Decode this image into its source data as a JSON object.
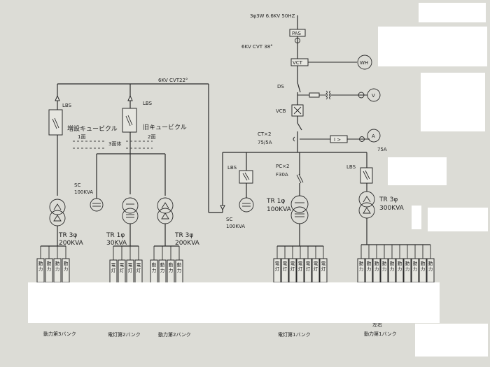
{
  "supply": {
    "spec": "3φ3W 6.6KV 50HZ",
    "pas": "PAS",
    "cvt": "6KV CVT 38°",
    "vct": "VCT",
    "wh": "WH"
  },
  "incoming": {
    "ds": "DS",
    "vcb": "VCB",
    "voltmeter": "V",
    "ct": "CT×2",
    "ct_ratio": "75/5A",
    "relay": "I >",
    "ammeter": "A",
    "ammeter_rating": "75A"
  },
  "left_feeder": {
    "cvt": "6KV CVT22°"
  },
  "cubicles": {
    "lbs1": "LBS",
    "lbs2": "LBS",
    "add_name": "増設キュービクル",
    "add_count": "1面",
    "old_name": "旧キュービクル",
    "old_count": "2面",
    "total": "3面体"
  },
  "left_group": {
    "sc_name": "SC",
    "sc_rating": "100KVA",
    "tr1_name": "TR 3φ",
    "tr1_rating": "200KVA",
    "tr2_name": "TR 1φ",
    "tr2_rating": "30KVA",
    "tr3_name": "TR 3φ",
    "tr3_rating": "200KVA"
  },
  "right_group": {
    "lbs1": "LBS",
    "pc": "PC×2",
    "pc_rating": "F30A",
    "lbs2": "LBS",
    "sc_name": "SC",
    "sc_rating": "100KVA",
    "tr1_name": "TR 1φ",
    "tr1_rating": "100KVA",
    "tr2_name": "TR 3φ",
    "tr2_rating": "300KVA"
  },
  "branch_labels": {
    "power3": [
      "動",
      "力"
    ],
    "light2": [
      "電",
      "灯"
    ],
    "power2": [
      "動",
      "力"
    ],
    "light1": [
      "電",
      "灯"
    ],
    "power1": [
      "動",
      "力"
    ]
  },
  "banks": {
    "power3": "動力第3バンク",
    "light2": "電灯第2バンク",
    "power2": "動力第2バンク",
    "light1": "電灯第1バンク",
    "power1_note": "左右",
    "power1": "動力第1バンク"
  }
}
